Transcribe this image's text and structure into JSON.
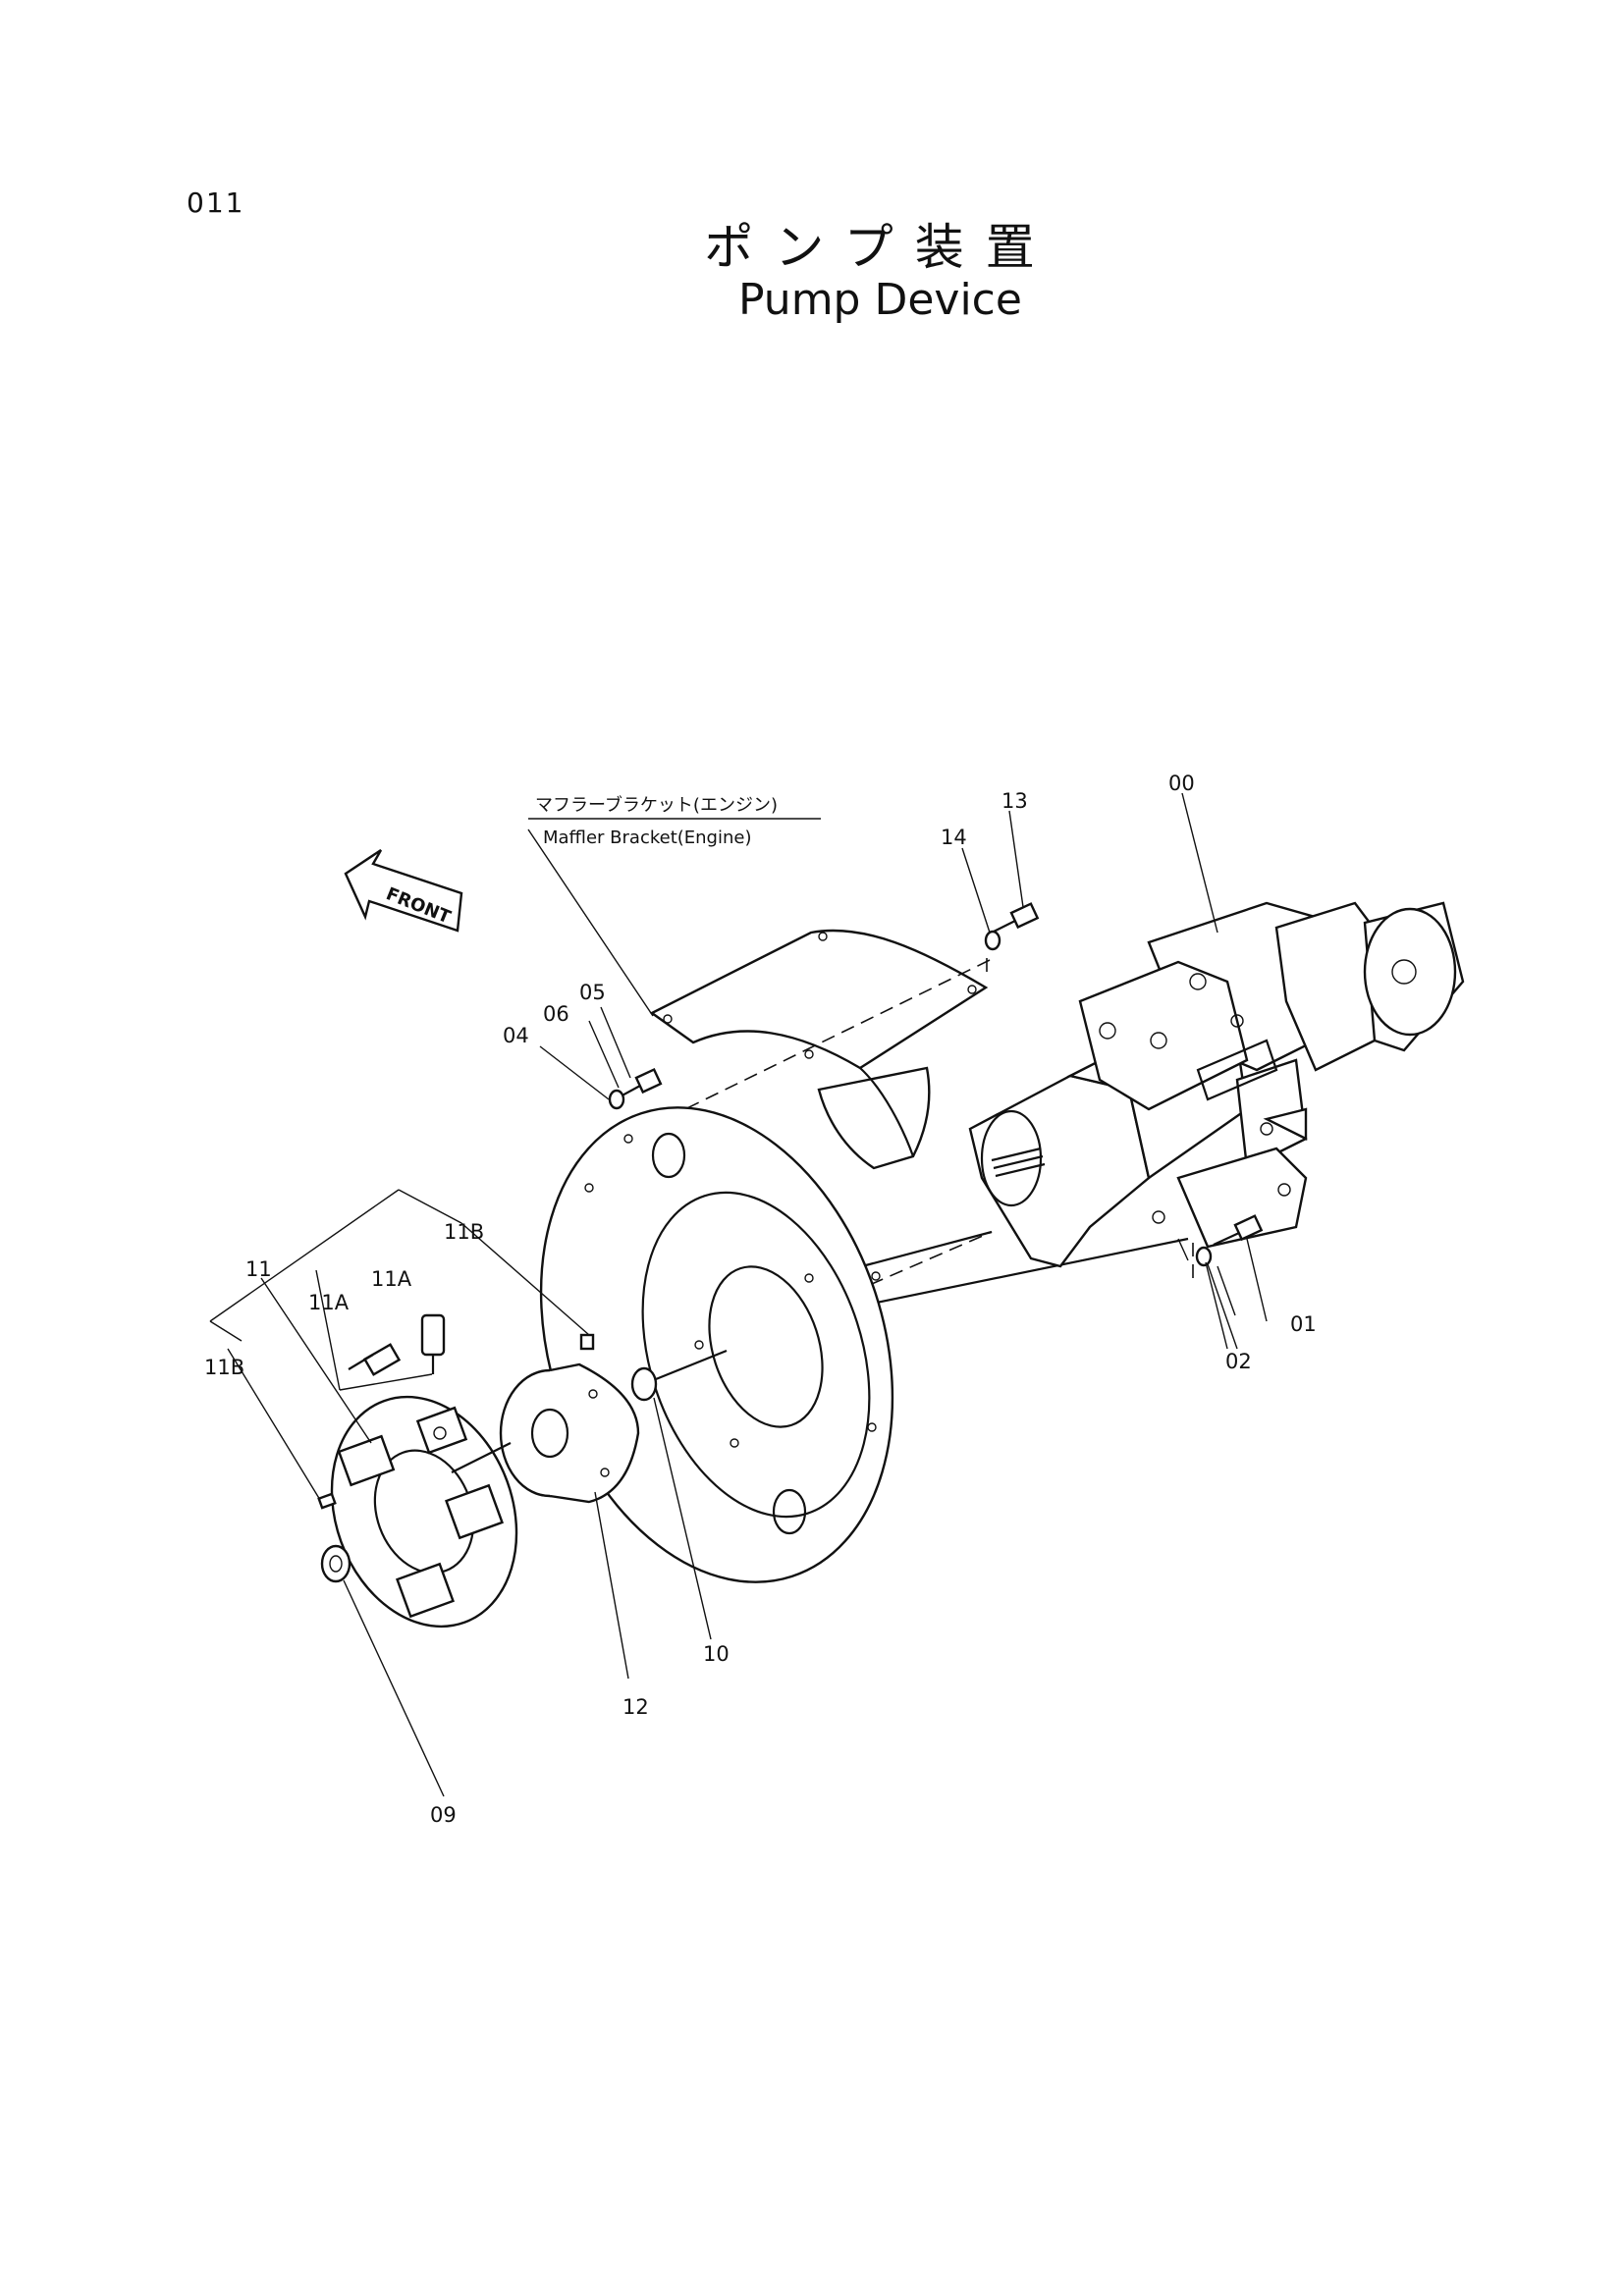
{
  "page_number": "011",
  "title_jp": "ポンプ装置",
  "title_en": "Pump Device",
  "direction_arrow": "FRONT",
  "callout_note": {
    "jp": "マフラーブラケット(エンジン)",
    "en": "Maffler Bracket(Engine)"
  },
  "part_labels": {
    "p00": "00",
    "p01": "01",
    "p02": "02",
    "p04": "04",
    "p05": "05",
    "p06": "06",
    "p09": "09",
    "p10": "10",
    "p11": "11",
    "p11A_a": "11A",
    "p11A_b": "11A",
    "p11B_a": "11B",
    "p11B_b": "11B",
    "p12": "12",
    "p13": "13",
    "p14": "14"
  }
}
